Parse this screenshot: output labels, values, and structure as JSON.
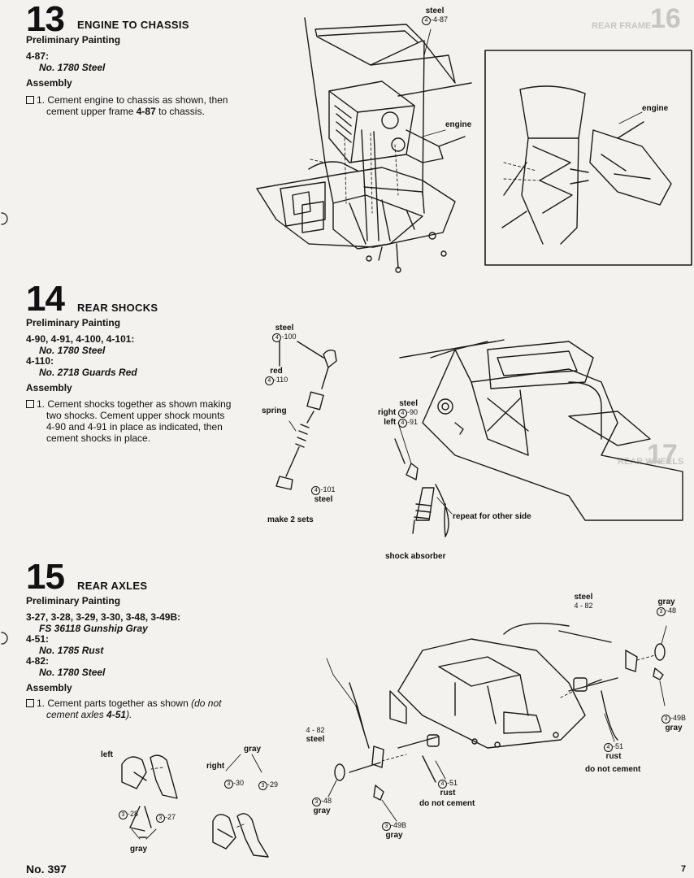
{
  "step13": {
    "number": "13",
    "title": "ENGINE TO CHASSIS",
    "prelim": "Preliminary Painting",
    "paints": [
      {
        "code": "4-87:",
        "name": "No. 1780 Steel"
      }
    ],
    "assembly": "Assembly",
    "instr_line1": "1. Cement engine to chassis as shown, then",
    "instr_line2_a": "cement upper frame ",
    "instr_line2_b": "4-87",
    "instr_line2_c": " to chassis.",
    "labels": {
      "steel": "steel",
      "steel_pn": "4-87",
      "engine": "engine",
      "engine_inset": "engine"
    }
  },
  "step14": {
    "number": "14",
    "title": "REAR SHOCKS",
    "prelim": "Preliminary Painting",
    "paints": [
      {
        "code": "4-90, 4-91, 4-100, 4-101:",
        "name": "No. 1780 Steel"
      },
      {
        "code": "4-110:",
        "name": "No. 2718 Guards Red"
      }
    ],
    "assembly": "Assembly",
    "instr_lines": [
      "1. Cement shocks together as shown making",
      "two shocks. Cement upper shock mounts",
      "4-90 and 4-91 in place as indicated, then",
      "cement shocks in place."
    ],
    "labels": {
      "steel_top": "steel",
      "pn_100": "-100",
      "red": "red",
      "pn_110": "-110",
      "spring": "spring",
      "pn_101": "-101",
      "steel_bottom": "steel",
      "make_sets": "make 2 sets",
      "steel_mount": "steel",
      "right": "right",
      "pn_90": "-90",
      "left": "left",
      "pn_91": "-91",
      "repeat": "repeat for other side",
      "shock_absorber": "shock absorber"
    }
  },
  "step15": {
    "number": "15",
    "title": "REAR AXLES",
    "prelim": "Preliminary Painting",
    "paints": [
      {
        "code": "3-27, 3-28, 3-29, 3-30, 3-48, 3-49B:",
        "name": "FS 36118 Gunship Gray"
      },
      {
        "code": "4-51:",
        "name": "No. 1785 Rust"
      },
      {
        "code": "4-82:",
        "name": "No. 1780 Steel"
      }
    ],
    "assembly": "Assembly",
    "instr_line1_a": "1. Cement parts together as shown ",
    "instr_line1_b": "(do not",
    "instr_line2_a": "cement axles ",
    "instr_line2_b": "4-51",
    "instr_line2_c": ").",
    "labels": {
      "left": "left",
      "right": "right",
      "gray_top": "gray",
      "pn_30": "-30",
      "pn_29": "-29",
      "pn_28": "-28",
      "pn_27": "-27",
      "gray_bottom": "gray",
      "steel_top": "steel",
      "pn_82_top": "4 - 82",
      "gray_48_top": "gray",
      "pn_48_top": "-48",
      "pn_49b_right": "-49B",
      "gray_49b_right": "gray",
      "pn_51_right": "-51",
      "rust_right": "rust",
      "dnc_right": "do not cement",
      "pn_82_left": "4 - 82",
      "steel_left": "steel",
      "pn_48_left": "-48",
      "gray_48_left": "gray",
      "pn_51_mid": "-51",
      "rust_mid": "rust",
      "dnc_mid": "do not cement",
      "pn_49b_bottom": "-49B",
      "gray_49b_bottom": "gray"
    }
  },
  "ghost": {
    "step16_num": "16",
    "step16_title": "REAR FRAME",
    "step17_num": "17",
    "step17_title": "REAR WHEELS"
  },
  "footer": {
    "model_no": "No. 397",
    "page": "7"
  },
  "circled": {
    "chassis_no": "4",
    "body_no": "3"
  }
}
